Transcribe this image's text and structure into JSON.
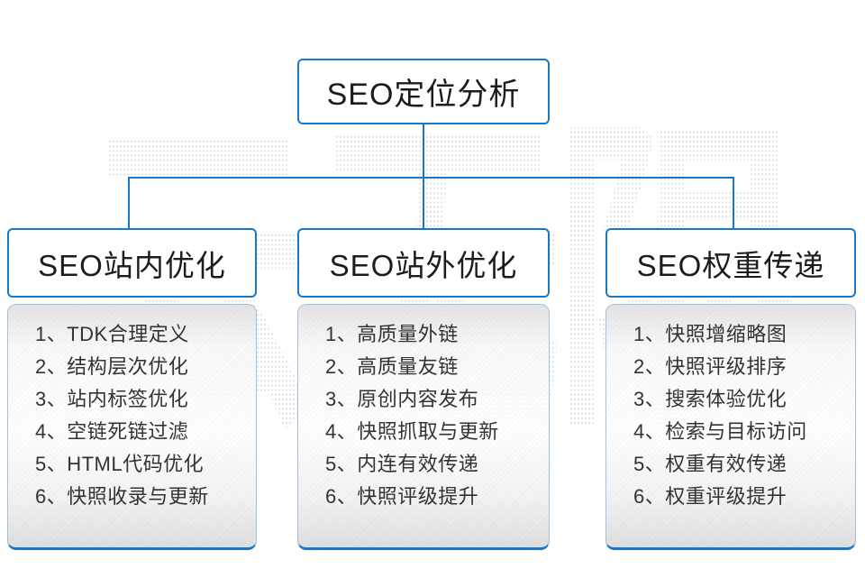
{
  "diagram": {
    "root": {
      "title": "SEO定位分析"
    },
    "watermark_text": "云无限",
    "columns": [
      {
        "title": "SEO站内优化",
        "items": [
          "1、TDK合理定义",
          "2、结构层次优化",
          "3、站内标签优化",
          "4、空链死链过滤",
          "5、HTML代码优化",
          "6、快照收录与更新"
        ]
      },
      {
        "title": "SEO站外优化",
        "items": [
          "1、高质量外链",
          "2、高质量友链",
          "3、原创内容发布",
          "4、快照抓取与更新",
          "5、内连有效传递",
          "6、快照评级提升"
        ]
      },
      {
        "title": "SEO权重传递",
        "items": [
          "1、快照增缩略图",
          "2、快照评级排序",
          "3、搜索体验优化",
          "4、检索与目标访问",
          "5、权重有效传递",
          "6、权重评级提升"
        ]
      }
    ],
    "colors": {
      "accent_blue": "#1878c8",
      "panel_border": "#a3c0dc",
      "title_text": "#1c1c1c",
      "list_text": "#333333",
      "watermark_gray": "#e7e7e7"
    }
  }
}
